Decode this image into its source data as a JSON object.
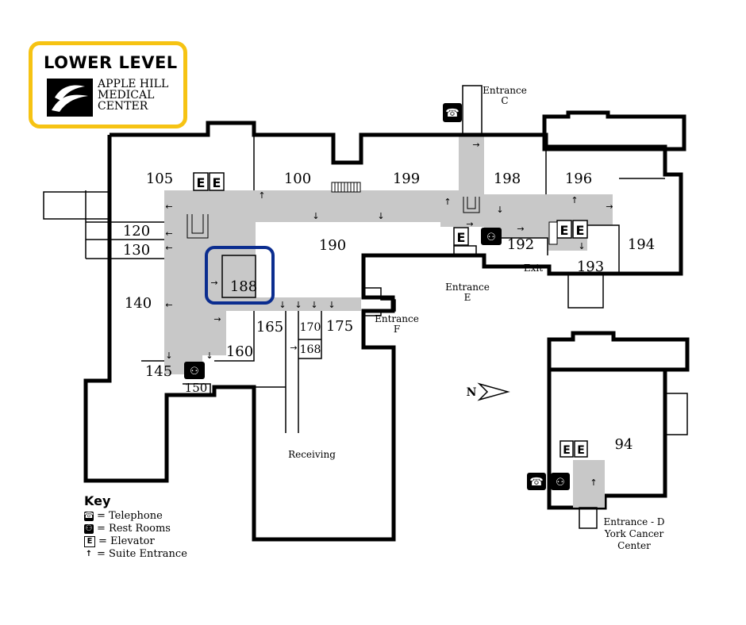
{
  "level_title": "LOWER LEVEL",
  "logo": {
    "line1": "APPLE HILL",
    "line2": "MEDICAL",
    "line3": "CENTER"
  },
  "rooms": {
    "r105": "105",
    "r100": "100",
    "r199": "199",
    "r198": "198",
    "r196": "196",
    "r194": "194",
    "r120": "120",
    "r130": "130",
    "r190": "190",
    "r192": "192",
    "r193": "193",
    "r188": "188",
    "r140": "140",
    "r165": "165",
    "r170": "170",
    "r175": "175",
    "r168": "168",
    "r160": "160",
    "r145": "145",
    "r150": "150",
    "r94": "94"
  },
  "labels": {
    "entrance_c_1": "Entrance",
    "entrance_c_2": "C",
    "entrance_e_1": "Entrance",
    "entrance_e_2": "E",
    "entrance_f_1": "Entrance",
    "entrance_f_2": "F",
    "entrance_d_1": "Entrance - D",
    "entrance_d_2": "York Cancer",
    "entrance_d_3": "Center",
    "exit": "Exit",
    "receiving": "Receiving",
    "north": "N"
  },
  "highlight": {
    "room": "188",
    "color": "#0b2d8f"
  },
  "colors": {
    "accent": "#f6c313",
    "corridor": "#c8c8c8"
  },
  "key": {
    "title": "Key",
    "items": [
      {
        "icon": "telephone-icon",
        "label": "= Telephone"
      },
      {
        "icon": "restroom-icon",
        "label": "= Rest Rooms"
      },
      {
        "icon": "elevator-icon",
        "label": "= Elevator"
      },
      {
        "icon": "suite-entrance-arrow-icon",
        "label": "= Suite Entrance"
      }
    ]
  }
}
